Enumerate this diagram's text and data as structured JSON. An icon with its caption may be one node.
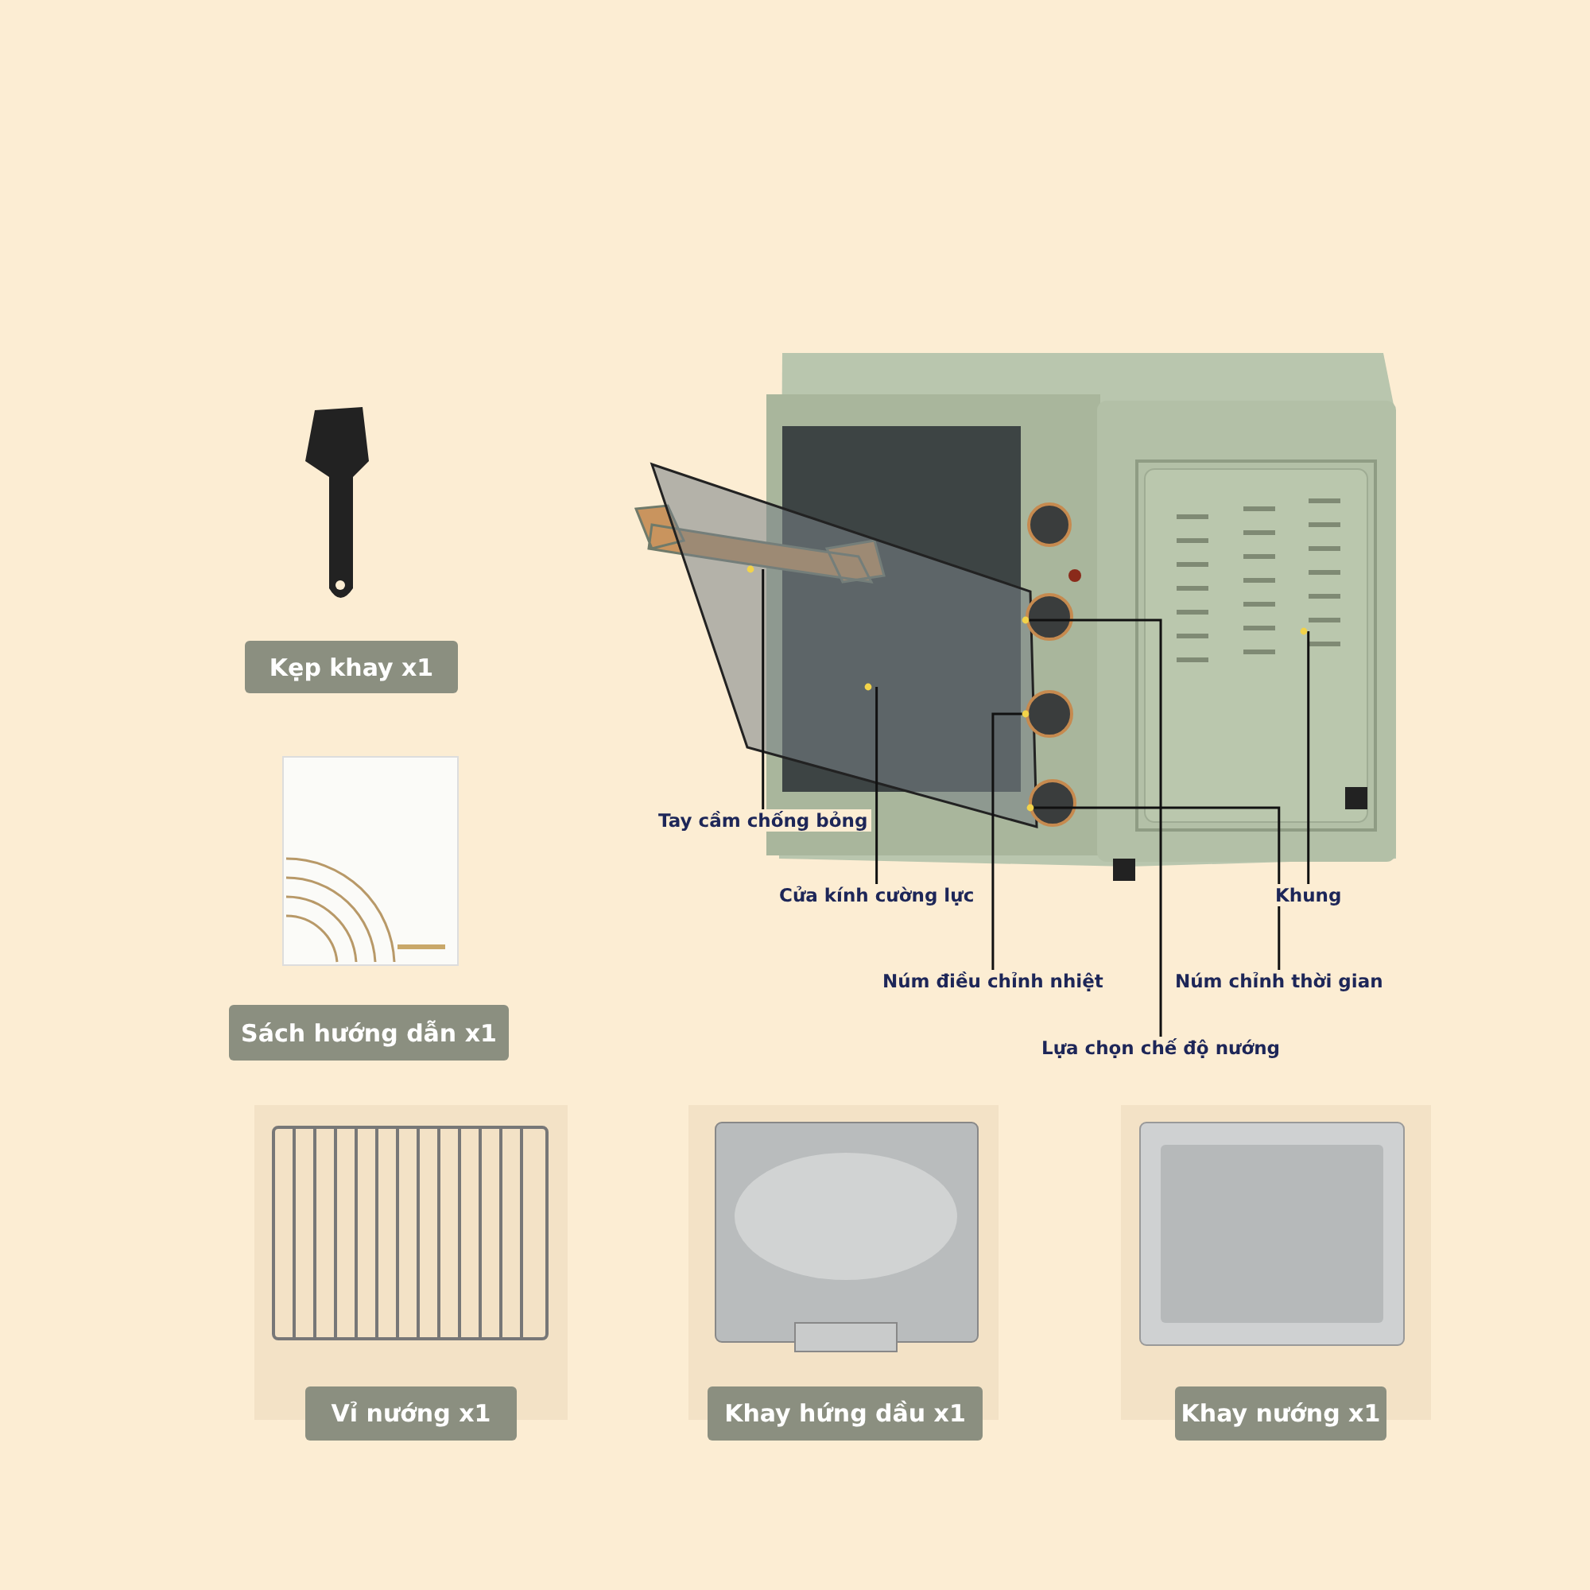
{
  "diagram": {
    "nodes": [
      {
        "text": [
          "Kẹp khay x1"
        ]
      },
      {
        "text": [
          "Sách hướng dẫn x1"
        ]
      },
      {
        "text": [
          "Tay cầm chống bỏng"
        ]
      },
      {
        "text": [],
        "shape": "picture"
      },
      {
        "text": [
          "Cửa kính cường lực"
        ]
      },
      {
        "text": [],
        "shape": "picture"
      },
      {
        "text": [
          "Khung"
        ]
      },
      {
        "text": [],
        "shape": "box"
      },
      {
        "text": [
          "Núm điều chỉnh nhiệt"
        ]
      },
      {
        "text": [],
        "shape": "circle"
      },
      {
        "text": [
          "Núm chỉnh thời gian"
        ]
      },
      {
        "text": [],
        "shape": "circle"
      },
      {
        "text": [
          "Lựa chọn chế độ nướng"
        ]
      },
      {
        "text": [],
        "shape": "circle"
      },
      {
        "text": [
          "Vỉ nướng x1"
        ]
      },
      {
        "text": [
          "Khay hứng dầu x1"
        ]
      },
      {
        "text": [
          "Khay nướng x1"
        ]
      }
    ],
    "edges": [
      {
        "from": 2,
        "to": 3,
        "arrow": "none"
      },
      {
        "from": 4,
        "to": 5,
        "arrow": "none"
      },
      {
        "from": 6,
        "to": 7,
        "arrow": "none"
      },
      {
        "from": 8,
        "to": 11,
        "arrow": "none"
      },
      {
        "from": 10,
        "to": 13,
        "arrow": "none"
      },
      {
        "from": 12,
        "to": 9,
        "arrow": "none"
      }
    ]
  }
}
